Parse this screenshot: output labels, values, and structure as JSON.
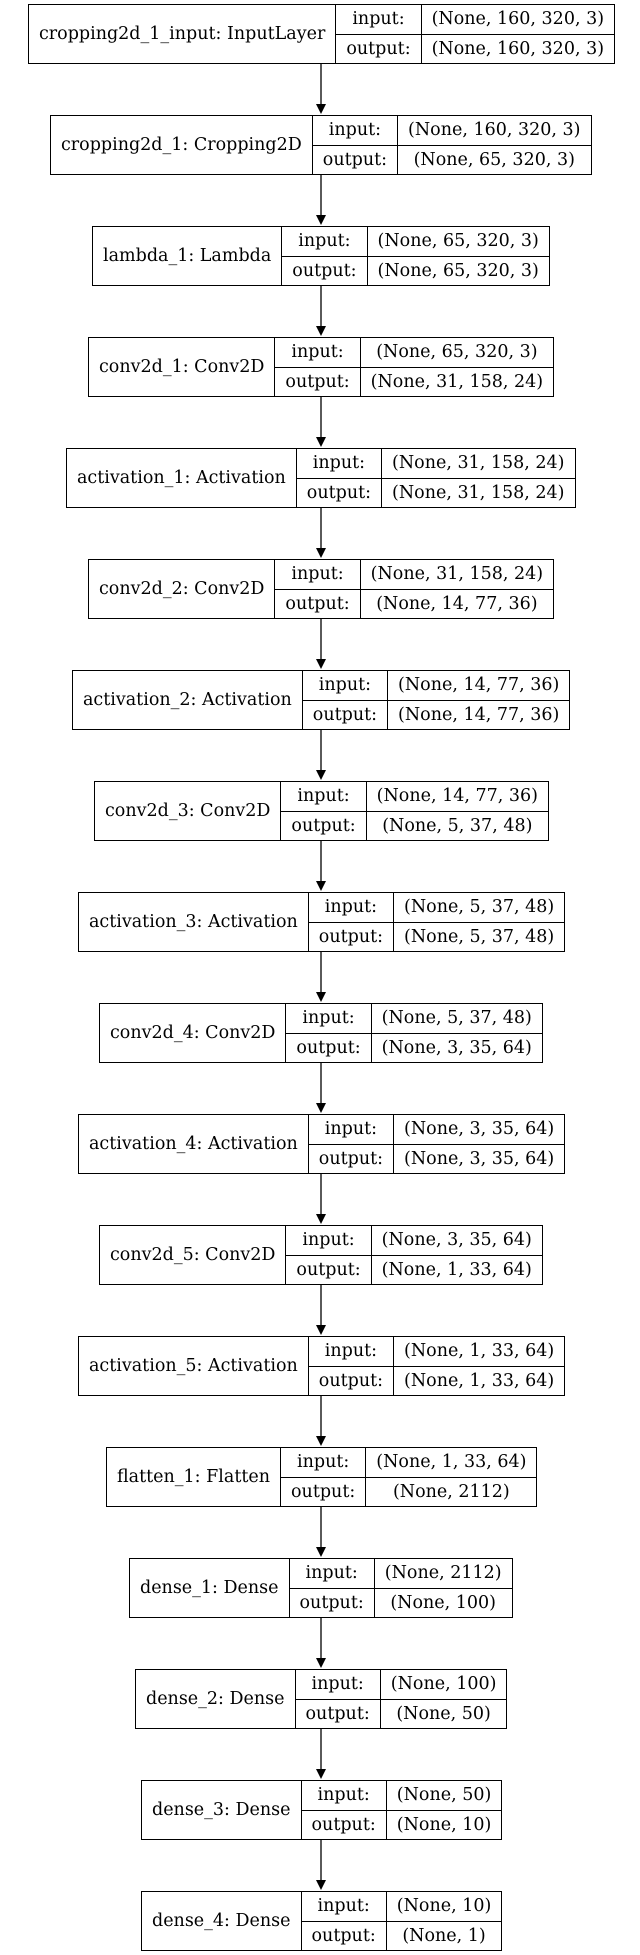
{
  "labels": {
    "input": "input:",
    "output": "output:"
  },
  "layers": [
    {
      "name": "cropping2d_1_input: InputLayer",
      "input": "(None, 160, 320, 3)",
      "output": "(None, 160, 320, 3)"
    },
    {
      "name": "cropping2d_1: Cropping2D",
      "input": "(None, 160, 320, 3)",
      "output": "(None, 65, 320, 3)"
    },
    {
      "name": "lambda_1: Lambda",
      "input": "(None, 65, 320, 3)",
      "output": "(None, 65, 320, 3)"
    },
    {
      "name": "conv2d_1: Conv2D",
      "input": "(None, 65, 320, 3)",
      "output": "(None, 31, 158, 24)"
    },
    {
      "name": "activation_1: Activation",
      "input": "(None, 31, 158, 24)",
      "output": "(None, 31, 158, 24)"
    },
    {
      "name": "conv2d_2: Conv2D",
      "input": "(None, 31, 158, 24)",
      "output": "(None, 14, 77, 36)"
    },
    {
      "name": "activation_2: Activation",
      "input": "(None, 14, 77, 36)",
      "output": "(None, 14, 77, 36)"
    },
    {
      "name": "conv2d_3: Conv2D",
      "input": "(None, 14, 77, 36)",
      "output": "(None, 5, 37, 48)"
    },
    {
      "name": "activation_3: Activation",
      "input": "(None, 5, 37, 48)",
      "output": "(None, 5, 37, 48)"
    },
    {
      "name": "conv2d_4: Conv2D",
      "input": "(None, 5, 37, 48)",
      "output": "(None, 3, 35, 64)"
    },
    {
      "name": "activation_4: Activation",
      "input": "(None, 3, 35, 64)",
      "output": "(None, 3, 35, 64)"
    },
    {
      "name": "conv2d_5: Conv2D",
      "input": "(None, 3, 35, 64)",
      "output": "(None, 1, 33, 64)"
    },
    {
      "name": "activation_5: Activation",
      "input": "(None, 1, 33, 64)",
      "output": "(None, 1, 33, 64)"
    },
    {
      "name": "flatten_1: Flatten",
      "input": "(None, 1, 33, 64)",
      "output": "(None, 2112)"
    },
    {
      "name": "dense_1: Dense",
      "input": "(None, 2112)",
      "output": "(None, 100)"
    },
    {
      "name": "dense_2: Dense",
      "input": "(None, 100)",
      "output": "(None, 50)"
    },
    {
      "name": "dense_3: Dense",
      "input": "(None, 50)",
      "output": "(None, 10)"
    },
    {
      "name": "dense_4: Dense",
      "input": "(None, 10)",
      "output": "(None, 1)"
    }
  ]
}
